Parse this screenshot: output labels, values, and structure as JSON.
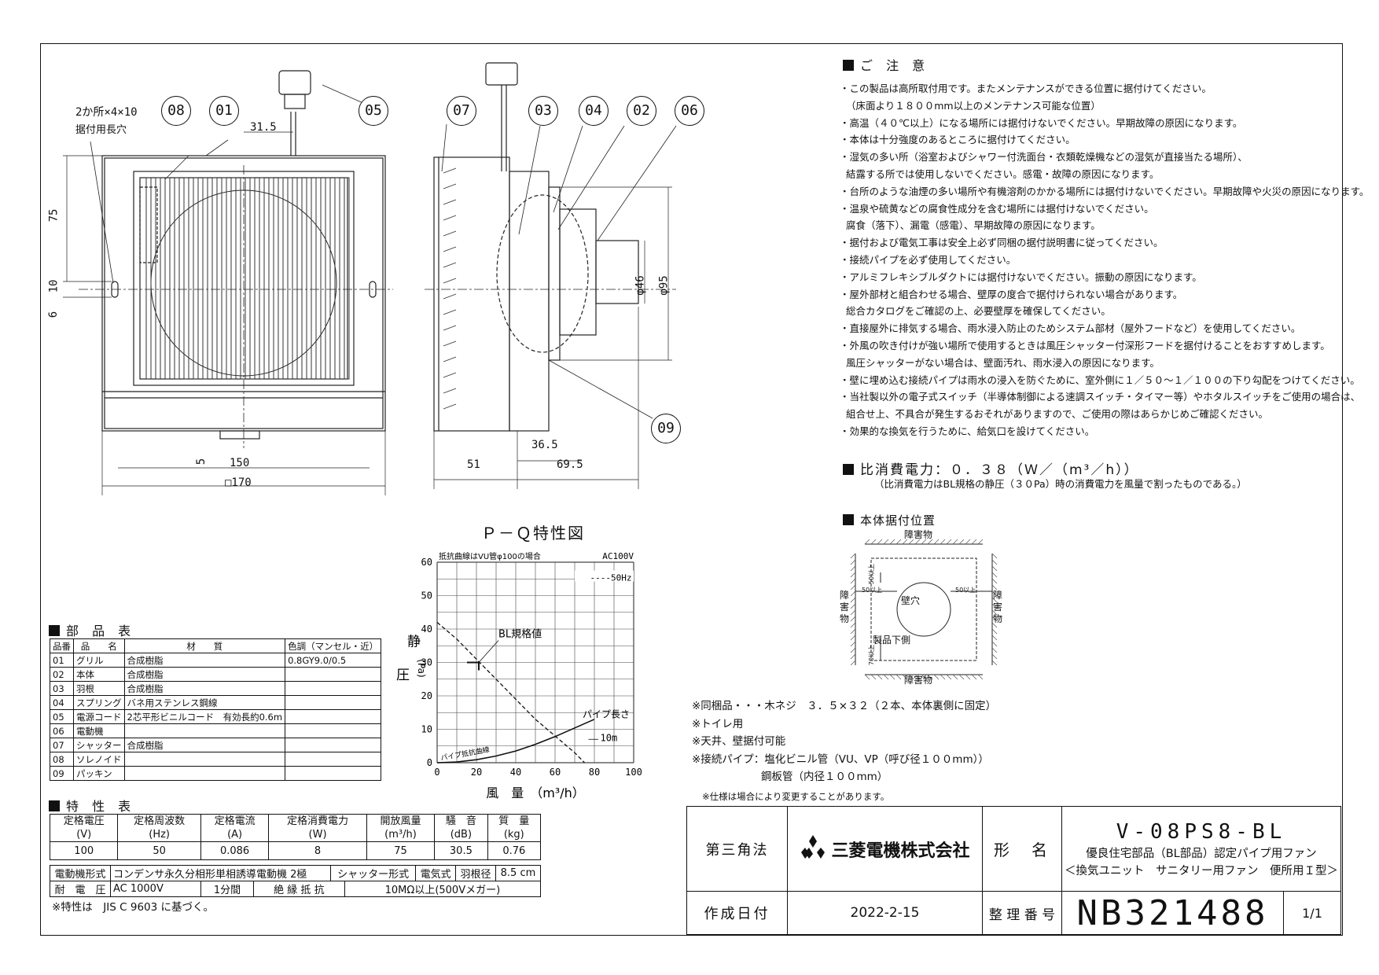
{
  "notes": {
    "heading": "ご 注 意",
    "lines": [
      "・この製品は高所取付用です。またメンテナンスができる位置に据付けてください。",
      "（床面より１８００mm以上のメンテナンス可能な位置）",
      "・高温（４０℃以上）になる場所には据付けないでください。早期故障の原因になります。",
      "・本体は十分強度のあるところに据付けてください。",
      "・湿気の多い所（浴室およびシャワー付洗面台・衣類乾燥機などの湿気が直接当たる場所）、",
      "結露する所では使用しないでください。感電・故障の原因になります。",
      "・台所のような油煙の多い場所や有機溶剤のかかる場所には据付けないでください。早期故障や火災の原因になります。",
      "・温泉や硫黄などの腐食性成分を含む場所には据付けないでください。",
      "腐食（落下）、漏電（感電）、早期故障の原因になります。",
      "・据付および電気工事は安全上必ず同梱の据付説明書に従ってください。",
      "・接続パイプを必ず使用してください。",
      "・アルミフレキシブルダクトには据付けないでください。振動の原因になります。",
      "・屋外部材と組合わせる場合、壁厚の度合で据付けられない場合があります。",
      "総合カタログをご確認の上、必要壁厚を確保してください。",
      "・直接屋外に排気する場合、雨水浸入防止のためシステム部材（屋外フードなど）を使用してください。",
      "・外風の吹き付けが強い場所で使用するときは風圧シャッター付深形フードを据付けることをおすすめします。",
      "風圧シャッターがない場合は、壁面汚れ、雨水浸入の原因になります。",
      "・壁に埋め込む接続パイプは雨水の浸入を防ぐために、室外側に１／５０～１／１００の下り勾配をつけてください。",
      "・当社製以外の電子式スイッチ（半導体制御による速調スイッチ・タイマー等）やホタルスイッチをご使用の場合は、",
      "組合せ上、不具合が発生するおそれがありますので、ご使用の際はあらかじめご確認ください。",
      "・効果的な換気を行うために、給気口を設けてください。"
    ]
  },
  "power": {
    "heading": "比消費電力：０．３８（Ｗ／（m³／h））",
    "note": "（比消費電力はBL規格の静圧（３０Pa）時の消費電力を風量で割ったものである。）"
  },
  "install": {
    "heading": "本体据付位置",
    "obstacle": "障害物",
    "obstacle_left": [
      "障",
      "害",
      "物"
    ],
    "obstacle_right": [
      "障",
      "害",
      "物"
    ],
    "wall_hole": "壁穴",
    "bottom_side": "製品下側",
    "dim_50": "50以上",
    "dim_70": "70以上"
  },
  "accessories": [
    "※同梱品・・・木ネジ　３．５×３２（２本、本体裏側に固定）",
    "※トイレ用",
    "※天井、壁据付可能",
    "※接続パイプ：塩化ビニル管（VU、VP（呼び径１００mm））",
    "鋼板管（内径１００mm）"
  ],
  "spec_change": "※仕様は場合により変更することがあります。",
  "drawing": {
    "note_holes": "2か所×4×10",
    "note_holes2": "据付用長穴",
    "bubbles_front": [
      "08",
      "01",
      "05"
    ],
    "bubbles_side": [
      "07",
      "03",
      "04",
      "02",
      "06",
      "09"
    ],
    "dims": {
      "d31_5": "31.5",
      "d75": "75",
      "d10": "10",
      "d6": "6",
      "d5": "5",
      "d150": "150",
      "d170": "□170",
      "d36_5": "36.5",
      "d51": "51",
      "d69_5": "69.5",
      "phi46": "φ46",
      "phi95": "φ95"
    }
  },
  "chart_title": "Ｐ－Ｑ特性図",
  "chart_data": {
    "type": "line",
    "title": "Ｐ－Ｑ特性図",
    "subtitle_left": "抵抗曲線はVU管φ100の場合",
    "subtitle_right": "AC100V",
    "xlabel": "風　量　（m³/h）",
    "ylabel": [
      "静",
      "圧",
      "(Pa)"
    ],
    "xlim": [
      0,
      100
    ],
    "ylim": [
      0,
      60
    ],
    "xticks": [
      "0",
      "20",
      "40",
      "60",
      "80",
      "100"
    ],
    "yticks": [
      "0",
      "10",
      "20",
      "30",
      "40",
      "50",
      "60"
    ],
    "legend": "----50Hz",
    "bl_label": "BL規格値",
    "bl_point": [
      20,
      30
    ],
    "pipe_label": "パイプ長さ",
    "pipe_length": "10m",
    "resistance_label": "パイプ抵抗曲線",
    "series": [
      {
        "name": "50Hz",
        "style": "dashed",
        "x": [
          0,
          10,
          20,
          30,
          40,
          50,
          60,
          70,
          75
        ],
        "y": [
          42,
          37,
          31,
          25,
          19,
          13,
          8,
          3,
          0
        ]
      },
      {
        "name": "パイプ抵抗曲線",
        "style": "solid",
        "x": [
          0,
          10,
          20,
          30,
          40,
          50,
          60,
          70,
          80
        ],
        "y": [
          0,
          0.2,
          0.9,
          2,
          3.5,
          5.5,
          7.8,
          10.4,
          13
        ]
      }
    ]
  },
  "parts": {
    "heading": "部 品 表",
    "headers": [
      "品番",
      "品　　名",
      "材　　質",
      "色調（マンセル・近）"
    ],
    "rows": [
      [
        "01",
        "グリル",
        "合成樹脂",
        "0.8GY9.0/0.5"
      ],
      [
        "02",
        "本体",
        "合成樹脂",
        ""
      ],
      [
        "03",
        "羽根",
        "合成樹脂",
        ""
      ],
      [
        "04",
        "スプリング",
        "バネ用ステンレス鋼線",
        ""
      ],
      [
        "05",
        "電源コード",
        "2芯平形ビニルコード　有効長約0.6m",
        ""
      ],
      [
        "06",
        "電動機",
        "",
        ""
      ],
      [
        "07",
        "シャッター",
        "合成樹脂",
        ""
      ],
      [
        "08",
        "ソレノイド",
        "",
        ""
      ],
      [
        "09",
        "パッキン",
        "",
        ""
      ]
    ]
  },
  "specs": {
    "heading": "特 性 表",
    "headers": [
      [
        "定格電圧",
        "(V)"
      ],
      [
        "定格周波数",
        "(Hz)"
      ],
      [
        "定格電流",
        "(A)"
      ],
      [
        "定格消費電力",
        "(W)"
      ],
      [
        "開放風量",
        "(m³/h)"
      ],
      [
        "騒　音",
        "(dB)"
      ],
      [
        "質　量",
        "(kg)"
      ]
    ],
    "values": [
      "100",
      "50",
      "0.086",
      "8",
      "75",
      "30.5",
      "0.76"
    ],
    "motor_label": "電動機形式",
    "motor_value": "コンデンサ永久分相形単相誘導電動機 2極",
    "shutter_label": "シャッター形式",
    "shutter_value": "電気式",
    "blade_label": "羽根径",
    "blade_value": "8.5 cm",
    "voltage_label": "耐　電　圧",
    "voltage_value1": "AC 1000V",
    "voltage_value2": "1分間",
    "insulation_label": "絶 縁 抵 抗",
    "insulation_value": "10MΩ以上(500Vメガー)",
    "footnote": "※特性は　JIS C 9603 に基づく。"
  },
  "titleblock": {
    "projection": "第三角法",
    "company": "三菱電機株式会社",
    "model_label": "形　名",
    "model": "V-08PS8-BL",
    "desc1": "優良住宅部品（BL部品）認定パイプ用ファン",
    "desc2": "＜換気ユニット　サニタリー用ファン　便所用Ｉ型＞",
    "date_label": "作成日付",
    "date": "2022-2-15",
    "number_label": "整 理 番 号",
    "number": "NB321488",
    "page": "1/1"
  }
}
